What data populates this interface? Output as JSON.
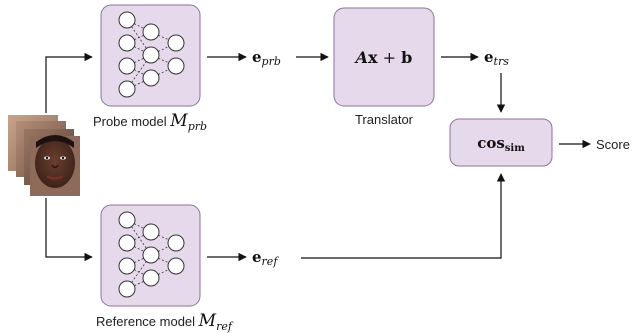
{
  "probe": {
    "label": "Probe model",
    "model_symbol": "M",
    "model_sub": "prb",
    "output_symbol": "e",
    "output_sub": "prb"
  },
  "reference": {
    "label": "Reference model",
    "model_symbol": "M",
    "model_sub": "ref",
    "output_symbol": "e",
    "output_sub": "ref"
  },
  "translator": {
    "label": "Translator",
    "formula_A": "A",
    "formula_x": "x",
    "formula_op": " + ",
    "formula_b": "b",
    "output_symbol": "e",
    "output_sub": "trs"
  },
  "similarity": {
    "symbol": "cos",
    "sub": "sim"
  },
  "score_label": "Score",
  "colors": {
    "box_fill": "#e7d9ec",
    "box_stroke": "#8c7296",
    "arrow": "#111111"
  }
}
